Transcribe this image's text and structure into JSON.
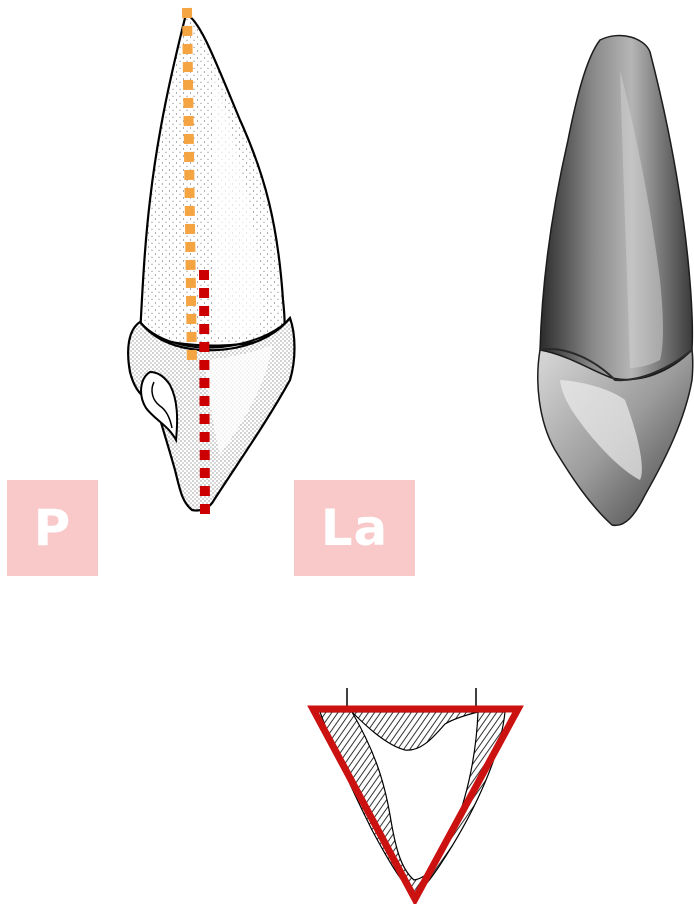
{
  "labels": {
    "palatal": "P",
    "labial": "La"
  },
  "colors": {
    "palatal_axis": "#f5a442",
    "labial_axis": "#cc0000",
    "label_background": "#f9c9c9",
    "label_text": "#ffffff",
    "triangle_outline": "#cc1111"
  },
  "icons": {
    "tooth_drawing": "stippled-canine-tooth-line-drawing",
    "tooth_photo": "grayscale-tooth-photo",
    "cross_section": "tooth-cross-section"
  }
}
